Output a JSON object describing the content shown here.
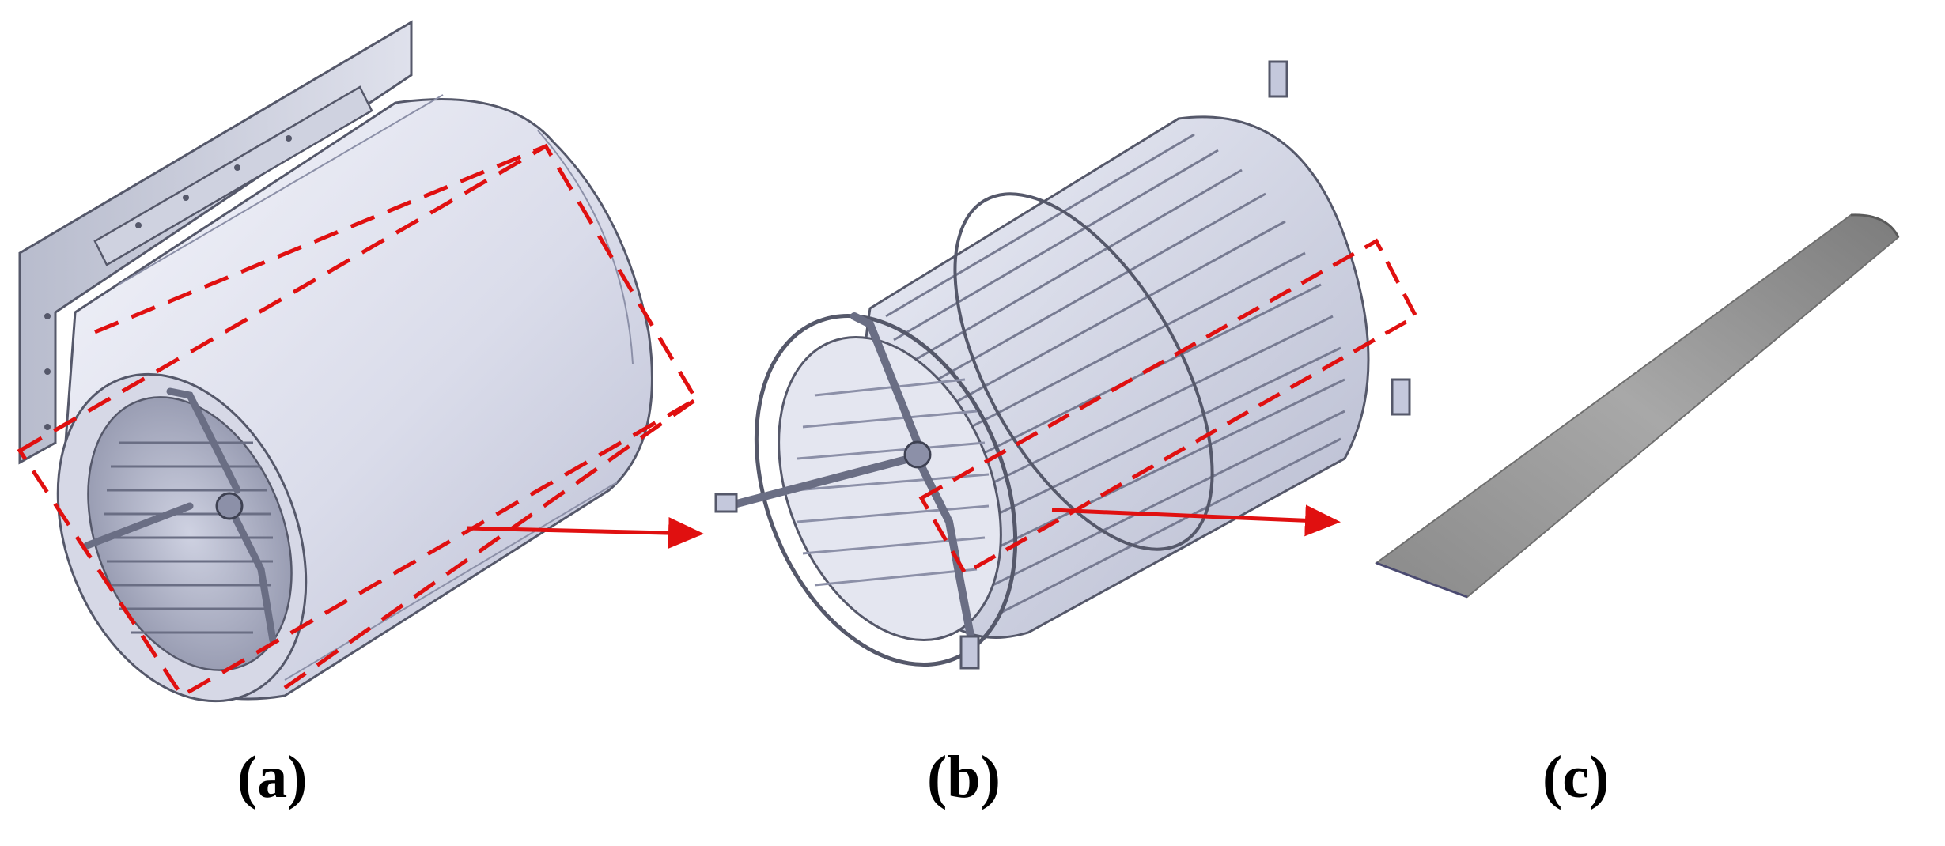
{
  "panels": [
    {
      "id": "a",
      "label": "(a)",
      "subject": "centrifugal-fan-assembly"
    },
    {
      "id": "b",
      "label": "(b)",
      "subject": "impeller"
    },
    {
      "id": "c",
      "label": "(c)",
      "subject": "single-blade"
    }
  ],
  "colors": {
    "metal_light": "#eef0f8",
    "metal_mid": "#c4c8dc",
    "metal_dark": "#8c90a8",
    "edge": "#55586a",
    "blade": "#9a9a9a",
    "blade_dark": "#6f6f6f",
    "highlight_red": "#e01010",
    "background": "#ffffff"
  },
  "arrows": [
    {
      "from": "a",
      "to": "b"
    },
    {
      "from": "b",
      "to": "c"
    }
  ]
}
